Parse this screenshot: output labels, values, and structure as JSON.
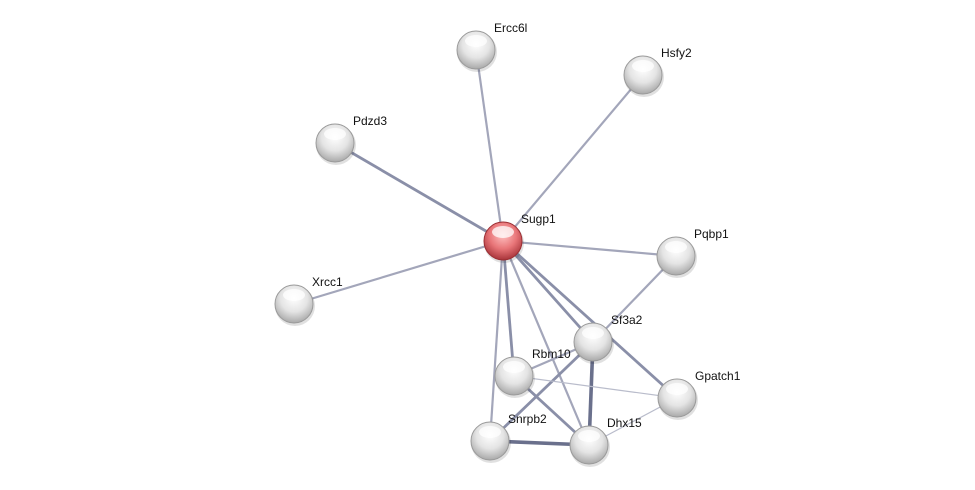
{
  "network": {
    "query_node": "Sugp1",
    "colors": {
      "query": "#e05a5f",
      "node": "#e6e6e6",
      "edge": "#8a8fa8"
    },
    "nodes": [
      "Ercc6l",
      "Hsfy2",
      "Pdzd3",
      "Sugp1",
      "Pqbp1",
      "Xrcc1",
      "Sf3a2",
      "Rbm10",
      "Gpatch1",
      "Snrpb2",
      "Dhx15"
    ],
    "edges": [
      {
        "source": "Sugp1",
        "target": "Ercc6l",
        "strength": "medium"
      },
      {
        "source": "Sugp1",
        "target": "Hsfy2",
        "strength": "medium"
      },
      {
        "source": "Sugp1",
        "target": "Pdzd3",
        "strength": "strong"
      },
      {
        "source": "Sugp1",
        "target": "Xrcc1",
        "strength": "medium"
      },
      {
        "source": "Sugp1",
        "target": "Pqbp1",
        "strength": "medium"
      },
      {
        "source": "Sugp1",
        "target": "Sf3a2",
        "strength": "strong"
      },
      {
        "source": "Sugp1",
        "target": "Gpatch1",
        "strength": "strong"
      },
      {
        "source": "Sugp1",
        "target": "Rbm10",
        "strength": "strong"
      },
      {
        "source": "Sugp1",
        "target": "Dhx15",
        "strength": "medium"
      },
      {
        "source": "Sugp1",
        "target": "Snrpb2",
        "strength": "medium"
      },
      {
        "source": "Pqbp1",
        "target": "Sf3a2",
        "strength": "medium"
      },
      {
        "source": "Sf3a2",
        "target": "Rbm10",
        "strength": "medium"
      },
      {
        "source": "Sf3a2",
        "target": "Snrpb2",
        "strength": "strong"
      },
      {
        "source": "Sf3a2",
        "target": "Dhx15",
        "strength": "strongest"
      },
      {
        "source": "Rbm10",
        "target": "Dhx15",
        "strength": "strong"
      },
      {
        "source": "Rbm10",
        "target": "Gpatch1",
        "strength": "weak"
      },
      {
        "source": "Snrpb2",
        "target": "Dhx15",
        "strength": "strongest"
      },
      {
        "source": "Dhx15",
        "target": "Gpatch1",
        "strength": "weak"
      }
    ]
  }
}
